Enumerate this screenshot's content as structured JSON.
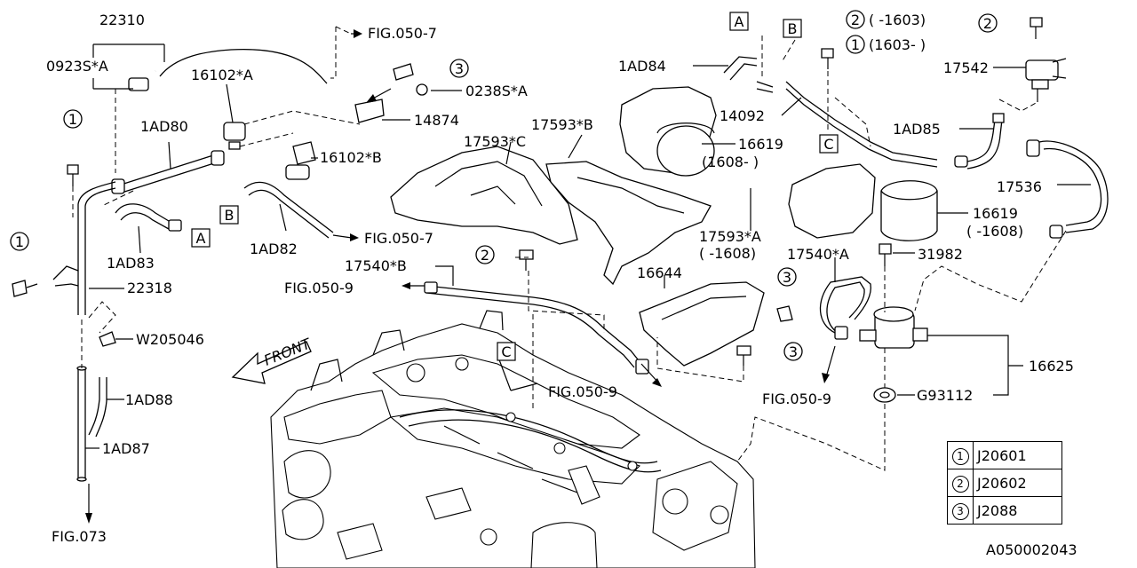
{
  "callouts": {
    "c22310": "22310",
    "c0923s_a": "0923S*A",
    "c16102_a": "16102*A",
    "c1ad80": "1AD80",
    "c1ad83": "1AD83",
    "c22318": "22318",
    "cw205046": "W205046",
    "c1ad88": "1AD88",
    "c1ad87": "1AD87",
    "cfig073": "FIG.073",
    "cfig0507_top": "FIG.050-7",
    "c0238s_a": "0238S*A",
    "c14874": "14874",
    "c16102_b": "16102*B",
    "c1ad82": "1AD82",
    "cfig0507_mid": "FIG.050-7",
    "c17593_c": "17593*C",
    "c17593_b": "17593*B",
    "c1ad84": "1AD84",
    "c14092": "14092",
    "c16619_top": "16619",
    "c16619_top_range": "(1608-  )",
    "c17542": "17542",
    "c1ad85": "1AD85",
    "c17536": "17536",
    "c16619_mid": "16619",
    "c16619_mid_range": "( -1608)",
    "c17593_a": "17593*A",
    "c17593_a_range": "( -1608)",
    "c17540_b": "17540*B",
    "cfig0509_left": "FIG.050-9",
    "c17540_a": "17540*A",
    "c31982": "31982",
    "c16644": "16644",
    "c16625": "16625",
    "cg93112": "G93112",
    "cfig0509_mid": "FIG.050-9",
    "cfig0509_right": "FIG.050-9",
    "front": "FRONT",
    "note_1603_before": "( -1603)",
    "note_1603_after": "(1603-  )"
  },
  "markers": {
    "one": "1",
    "two": "2",
    "three": "3",
    "a": "A",
    "b": "B",
    "c": "C"
  },
  "legend": [
    {
      "num": "1",
      "code": "J20601"
    },
    {
      "num": "2",
      "code": "J20602"
    },
    {
      "num": "3",
      "code": "J2088"
    }
  ],
  "diagram_code": "A050002043"
}
